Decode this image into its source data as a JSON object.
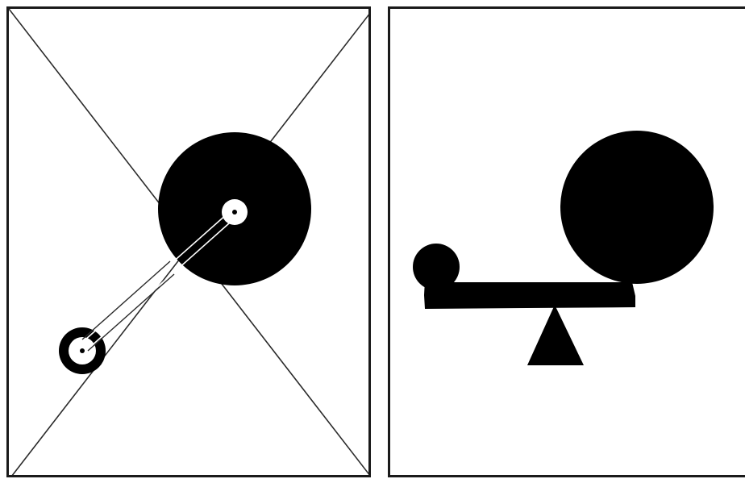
{
  "figure": {
    "left_panel": {
      "shapes": [
        "large-disc",
        "small-ring",
        "diagonal-lines",
        "sight-lines"
      ]
    },
    "right_panel": {
      "shapes": [
        "large-ball",
        "small-ball",
        "seesaw-beam",
        "fulcrum-triangle"
      ]
    }
  },
  "colors": {
    "ink": "#000000",
    "line": "#2a2a2a",
    "frame": "#1a1a1a",
    "paper": "#ffffff"
  }
}
